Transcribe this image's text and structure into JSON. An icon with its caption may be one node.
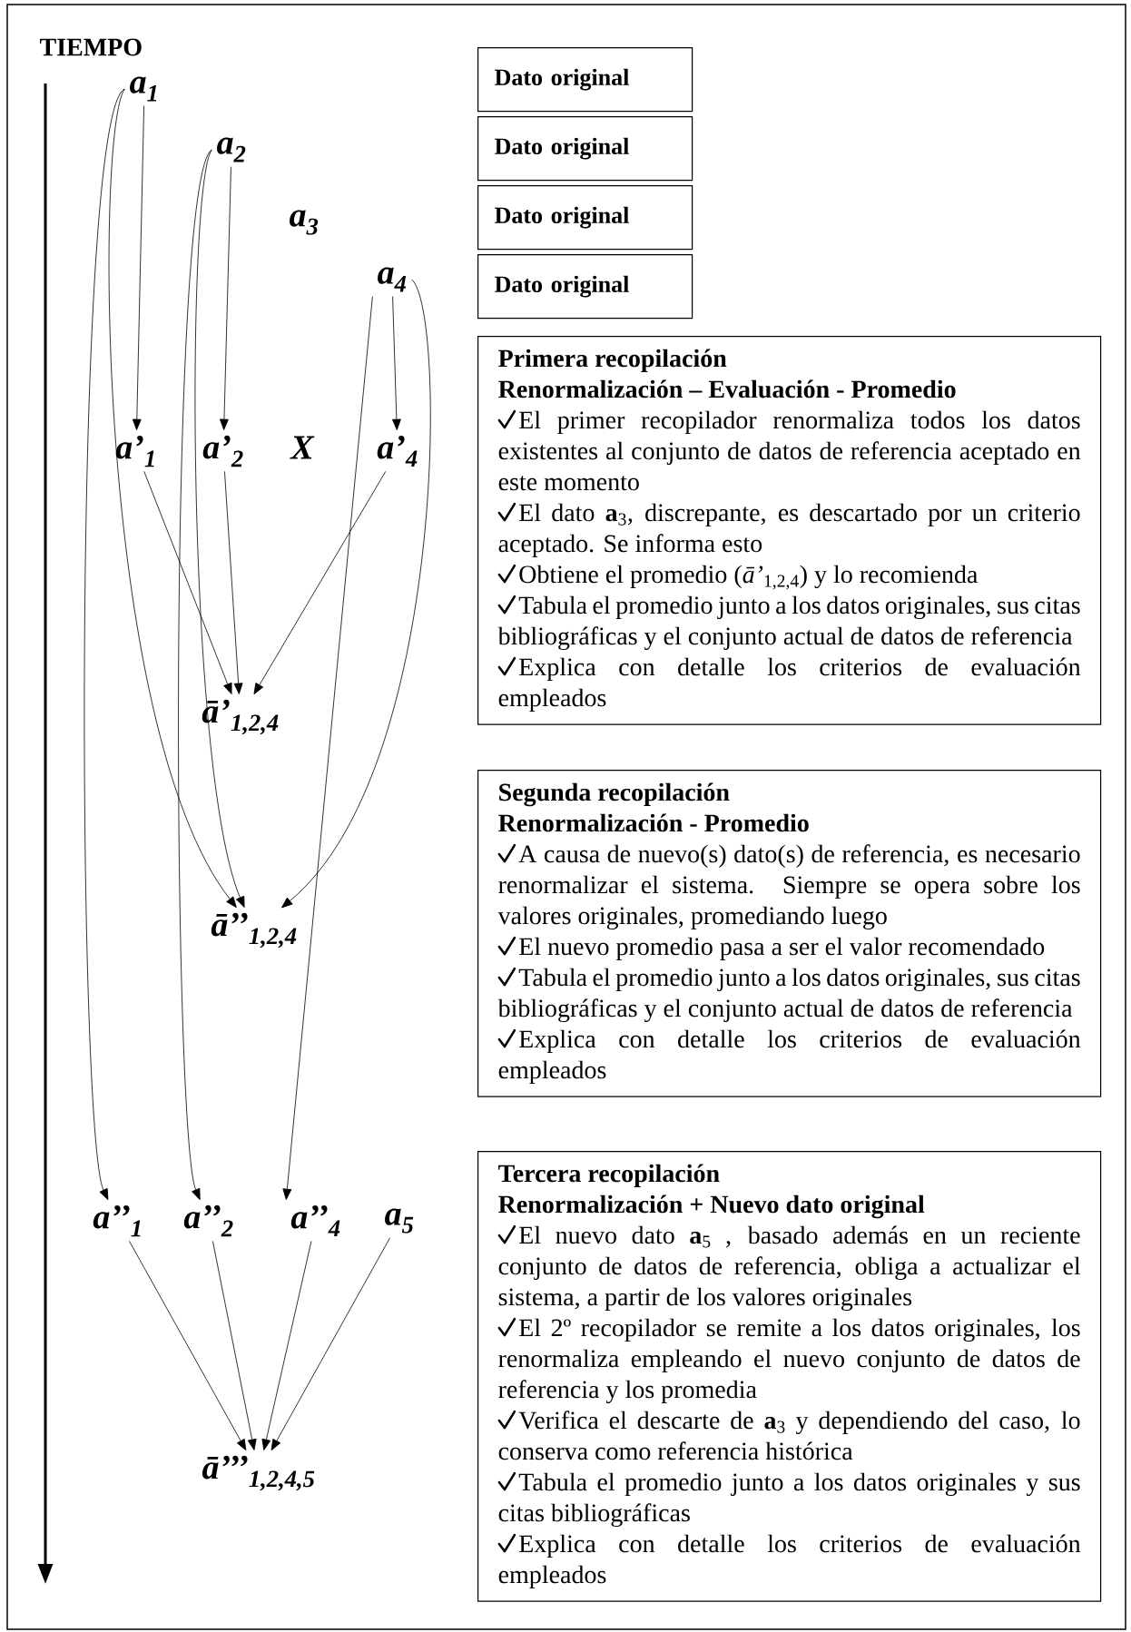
{
  "diagram": {
    "nodes": [
      {
        "text": [
          "a$_{1}$"
        ]
      },
      {
        "text": [
          "a$_{2}$"
        ]
      },
      {
        "text": [
          "a$_{3}$"
        ]
      },
      {
        "text": [
          "a$_{4}$"
        ]
      },
      {
        "text": [
          "a’$_{1}$"
        ]
      },
      {
        "text": [
          "a’$_{2}$"
        ]
      },
      {
        "text": [
          "X"
        ]
      },
      {
        "text": [
          "a’$_{4}$"
        ]
      },
      {
        "text": [
          "ā’$_{1,2,4}$"
        ]
      },
      {
        "text": [
          "ā’’$_{1,2,4}$"
        ]
      },
      {
        "text": [
          "a’’$_{1}$"
        ]
      },
      {
        "text": [
          "a’’$_{2}$"
        ]
      },
      {
        "text": [
          "a’’$_{4}$"
        ]
      },
      {
        "text": [
          "a$_{5}$"
        ]
      },
      {
        "text": [
          "ā’’’$_{1,2,4,5}$"
        ]
      },
      {
        "text": [
          "Dato original"
        ]
      },
      {
        "text": [
          "Dato original"
        ]
      },
      {
        "text": [
          "Dato original"
        ]
      },
      {
        "text": [
          "Dato original"
        ]
      },
      {
        "text": [
          "Primera recopilación",
          "Renormalización – Evaluación - Promedio",
          "El primer recopilador renormaliza todos los datos existentes al conjunto de datos de referencia aceptado en este momento",
          "El dato **a**$_{3}$, discrepante, es descartado por un criterio aceptado. Se informa esto",
          "Obtiene el promedio (*ā’*$_{1,2,4}$) y lo recomienda",
          "Tabula el promedio junto a los datos originales, sus citas bibliográficas y el conjunto actual de datos de referencia",
          "Explica con detalle los criterios de evaluación empleados"
        ]
      },
      {
        "text": [
          "Segunda recopilación",
          "Renormalización - Promedio",
          "A causa de nuevo(s) dato(s) de referencia, es necesario renormalizar el sistema. Siempre se opera sobre los valores originales, promediando luego",
          "El nuevo promedio pasa a ser el valor recomendado",
          "Tabula el promedio junto a los datos originales, sus citas bibliográficas y el conjunto actual de datos de referencia",
          "Explica con detalle los criterios de evaluación empleados"
        ]
      },
      {
        "text": [
          "Tercera recopilación",
          "Renormalización + Nuevo dato original",
          "El nuevo dato **a**$_{5}$ , basado además en un reciente conjunto de datos de referencia, obliga a actualizar el sistema, a partir de los valores originales",
          "El 2º recopilador se remite a los datos originales, los renormaliza empleando el nuevo conjunto de datos de referencia y los promedia",
          "Verifica el descarte de **a**$_{3}$ y dependiendo del caso, lo conserva como referencia histórica",
          "Tabula el promedio junto a los datos originales y sus citas bibliográficas",
          "Explica con detalle los criterios de evaluación empleados"
        ]
      }
    ],
    "edges": [
      {
        "from": 0,
        "to": 4,
        "arrow": "to"
      },
      {
        "from": 1,
        "to": 5,
        "arrow": "to"
      },
      {
        "from": 3,
        "to": 7,
        "arrow": "to"
      },
      {
        "from": 4,
        "to": 8,
        "arrow": "to"
      },
      {
        "from": 5,
        "to": 8,
        "arrow": "to"
      },
      {
        "from": 7,
        "to": 8,
        "arrow": "to"
      },
      {
        "from": 0,
        "to": 9,
        "arrow": "to"
      },
      {
        "from": 1,
        "to": 9,
        "arrow": "to"
      },
      {
        "from": 3,
        "to": 9,
        "arrow": "to"
      },
      {
        "from": 0,
        "to": 10,
        "arrow": "to"
      },
      {
        "from": 1,
        "to": 11,
        "arrow": "to"
      },
      {
        "from": 3,
        "to": 12,
        "arrow": "to"
      },
      {
        "from": 10,
        "to": 14,
        "arrow": "to"
      },
      {
        "from": 11,
        "to": 14,
        "arrow": "to"
      },
      {
        "from": 12,
        "to": 14,
        "arrow": "to"
      },
      {
        "from": 13,
        "to": 14,
        "arrow": "to"
      }
    ],
    "labels": [
      "TIEMPO"
    ]
  }
}
